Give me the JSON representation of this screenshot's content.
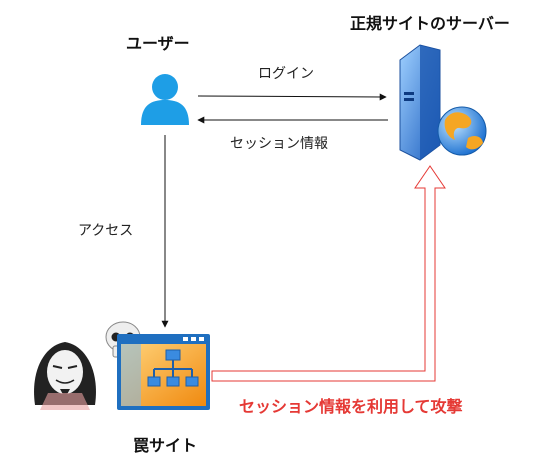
{
  "nodes": {
    "user": {
      "label": "ユーザー",
      "icon": "user-icon"
    },
    "server": {
      "label": "正規サイトのサーバー",
      "icon": "server-globe-icon"
    },
    "trap": {
      "label": "罠サイト",
      "icon": "website-sitemap-icon"
    },
    "attacker": {
      "icon": "hacker-mask-icon"
    },
    "skull": {
      "icon": "skull-icon"
    }
  },
  "edges": {
    "login": "ログイン",
    "session": "セッション情報",
    "access": "アクセス",
    "attack": "セッション情報を利用して攻撃"
  },
  "colors": {
    "user_icon": "#1e9ee6",
    "server_blue": "#2f7fd6",
    "globe_orange": "#f5a623",
    "attack_red": "#e53935",
    "window_blue": "#1f6fc0",
    "window_fill": "#f59a1b"
  }
}
